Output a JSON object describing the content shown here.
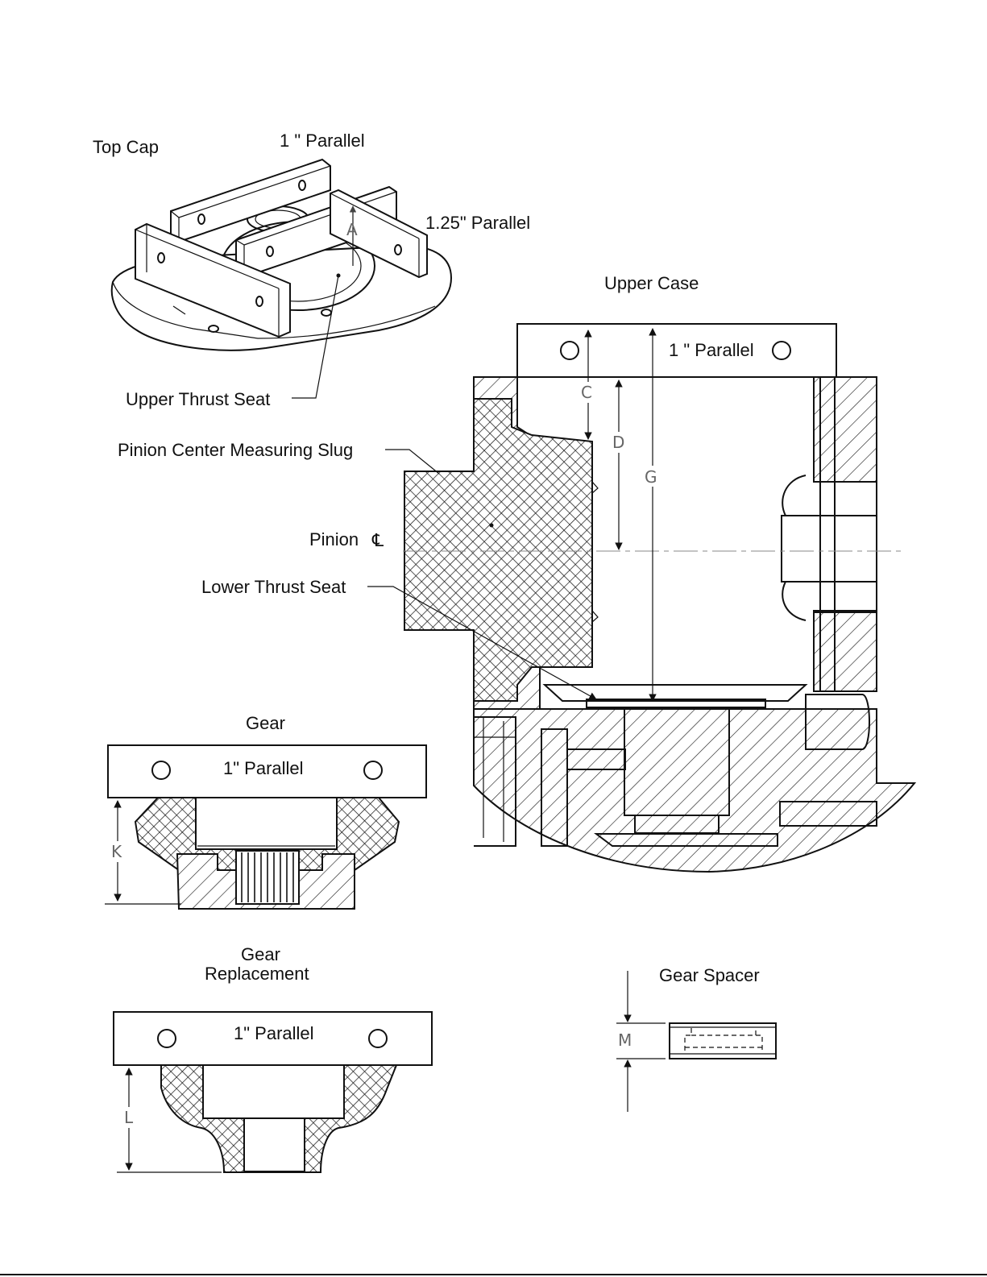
{
  "top_cap": {
    "title": "Top Cap",
    "parallel_1in": "1 \" Parallel",
    "parallel_125in": "1.25\" Parallel",
    "dim_a": "A",
    "upper_thrust_seat": "Upper Thrust Seat"
  },
  "upper_case": {
    "title": "Upper Case",
    "parallel": "1 \" Parallel",
    "dim_c": "C",
    "dim_d": "D",
    "dim_g": "G",
    "slug_label": "Pinion Center Measuring Slug",
    "pinion_label": "Pinion",
    "centerline_symbol": "℄",
    "lower_thrust_seat": "Lower Thrust Seat"
  },
  "gear": {
    "title": "Gear",
    "parallel": "1\" Parallel",
    "dim_k": "K"
  },
  "gear_replacement": {
    "title_line1": "Gear",
    "title_line2": "Replacement",
    "parallel": "1\" Parallel",
    "dim_l": "L"
  },
  "gear_spacer": {
    "title": "Gear Spacer",
    "dim_m": "M"
  }
}
